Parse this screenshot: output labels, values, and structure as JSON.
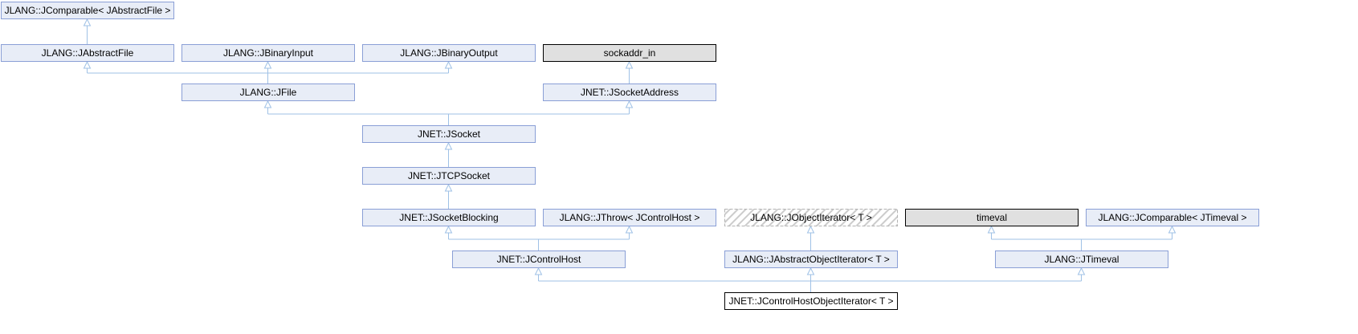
{
  "diagram": {
    "colors": {
      "class_fill": "#e8edf7",
      "class_border": "#8a9fd6",
      "external_fill": "#e0e0e0",
      "external_border": "#000000",
      "template_hatch": "#cccccc",
      "template_border": "#b3b3b3",
      "focus_fill": "#ffffff",
      "focus_border": "#000000",
      "edge": "#9fc1e6"
    },
    "nodes": [
      {
        "id": "jcomparable-jabstractfile",
        "label": "JLANG::JComparable< JAbstractFile >",
        "kind": "class"
      },
      {
        "id": "jabstractfile",
        "label": "JLANG::JAbstractFile",
        "kind": "class"
      },
      {
        "id": "jbinaryinput",
        "label": "JLANG::JBinaryInput",
        "kind": "class"
      },
      {
        "id": "jbinaryoutput",
        "label": "JLANG::JBinaryOutput",
        "kind": "class"
      },
      {
        "id": "sockaddr-in",
        "label": "sockaddr_in",
        "kind": "external"
      },
      {
        "id": "jfile",
        "label": "JLANG::JFile",
        "kind": "class"
      },
      {
        "id": "jsocketaddress",
        "label": "JNET::JSocketAddress",
        "kind": "class"
      },
      {
        "id": "jsocket",
        "label": "JNET::JSocket",
        "kind": "class"
      },
      {
        "id": "jtcpsocket",
        "label": "JNET::JTCPSocket",
        "kind": "class"
      },
      {
        "id": "jsocketblocking",
        "label": "JNET::JSocketBlocking",
        "kind": "class"
      },
      {
        "id": "jthrow-jcontrolhost",
        "label": "JLANG::JThrow< JControlHost >",
        "kind": "class"
      },
      {
        "id": "jobjectiterator",
        "label": "JLANG::JObjectIterator< T >",
        "kind": "template"
      },
      {
        "id": "timeval",
        "label": "timeval",
        "kind": "external"
      },
      {
        "id": "jcomparable-jtimeval",
        "label": "JLANG::JComparable< JTimeval >",
        "kind": "class"
      },
      {
        "id": "jcontrolhost",
        "label": "JNET::JControlHost",
        "kind": "class"
      },
      {
        "id": "jabstractobjectiterator",
        "label": "JLANG::JAbstractObjectIterator< T >",
        "kind": "class"
      },
      {
        "id": "jtimeval",
        "label": "JLANG::JTimeval",
        "kind": "class"
      },
      {
        "id": "jcontrolhostobjectiterator",
        "label": "JNET::JControlHostObjectIterator< T >",
        "kind": "focus"
      }
    ],
    "edges": [
      {
        "from": "jabstractfile",
        "to": "jcomparable-jabstractfile"
      },
      {
        "from": "jfile",
        "to": "jabstractfile"
      },
      {
        "from": "jfile",
        "to": "jbinaryinput"
      },
      {
        "from": "jfile",
        "to": "jbinaryoutput"
      },
      {
        "from": "jsocketaddress",
        "to": "sockaddr-in"
      },
      {
        "from": "jsocket",
        "to": "jfile"
      },
      {
        "from": "jsocket",
        "to": "jsocketaddress"
      },
      {
        "from": "jtcpsocket",
        "to": "jsocket"
      },
      {
        "from": "jsocketblocking",
        "to": "jtcpsocket"
      },
      {
        "from": "jcontrolhost",
        "to": "jsocketblocking"
      },
      {
        "from": "jcontrolhost",
        "to": "jthrow-jcontrolhost"
      },
      {
        "from": "jabstractobjectiterator",
        "to": "jobjectiterator"
      },
      {
        "from": "jtimeval",
        "to": "timeval"
      },
      {
        "from": "jtimeval",
        "to": "jcomparable-jtimeval"
      },
      {
        "from": "jcontrolhostobjectiterator",
        "to": "jcontrolhost"
      },
      {
        "from": "jcontrolhostobjectiterator",
        "to": "jabstractobjectiterator"
      },
      {
        "from": "jcontrolhostobjectiterator",
        "to": "jtimeval"
      }
    ]
  }
}
